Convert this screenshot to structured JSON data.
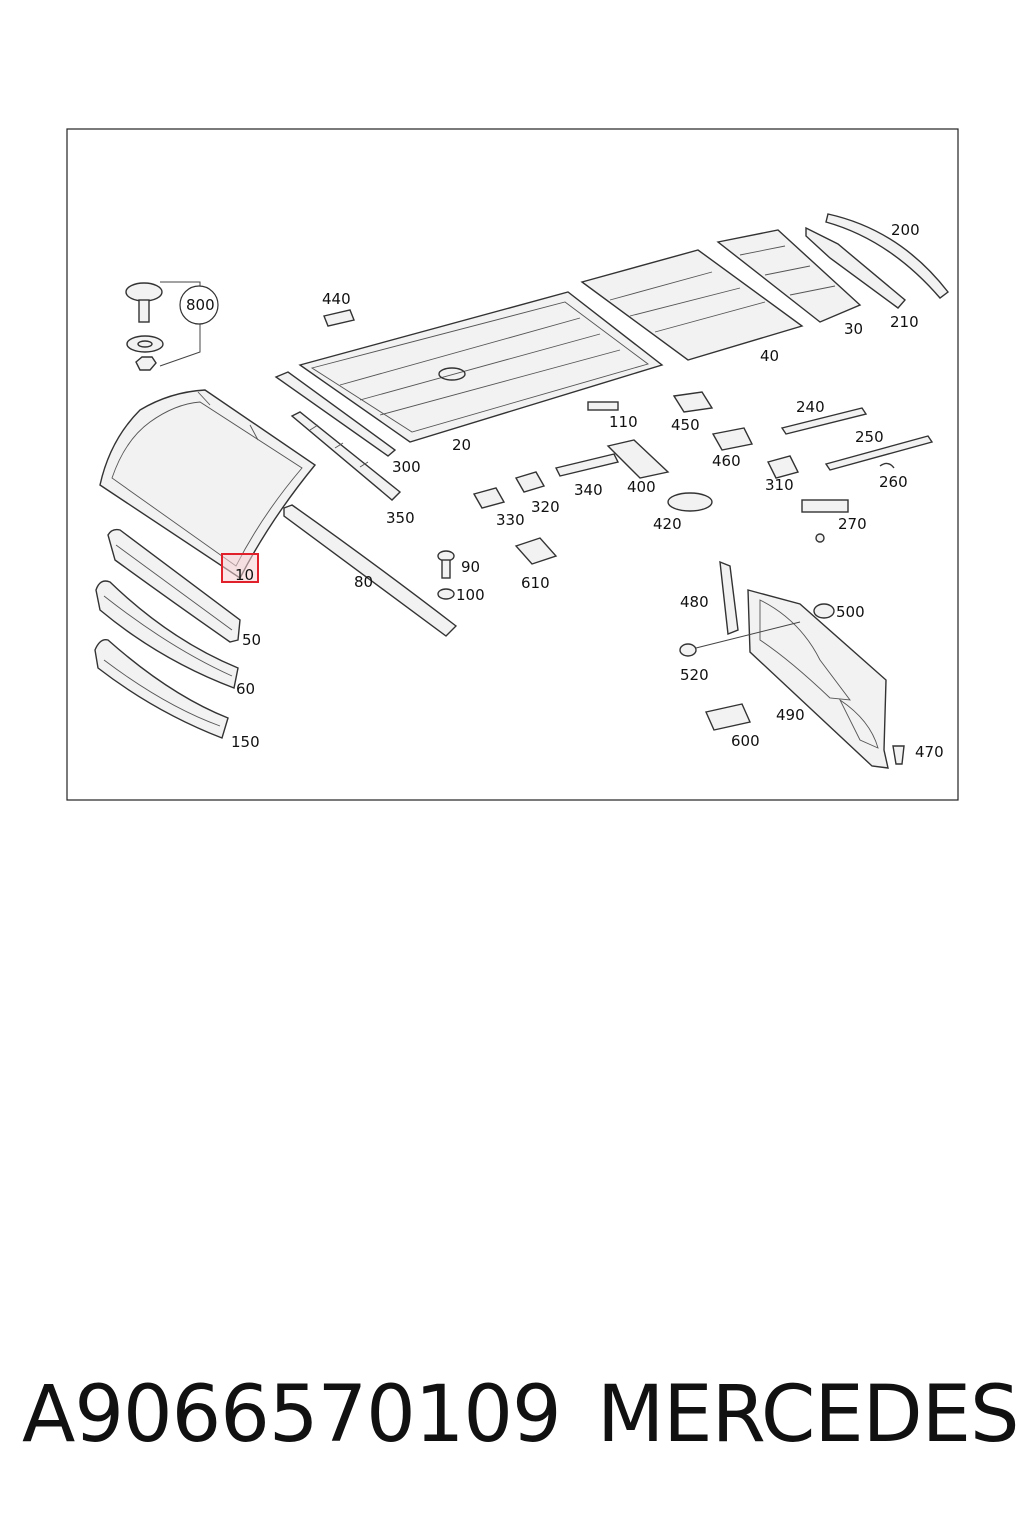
{
  "labels": {
    "p10": "10",
    "p20": "20",
    "p30": "30",
    "p40": "40",
    "p50": "50",
    "p60": "60",
    "p80": "80",
    "p90": "90",
    "p100": "100",
    "p110": "110",
    "p150": "150",
    "p200": "200",
    "p210": "210",
    "p240": "240",
    "p250": "250",
    "p260": "260",
    "p270": "270",
    "p300": "300",
    "p310": "310",
    "p320": "320",
    "p330": "330",
    "p340": "340",
    "p350": "350",
    "p400": "400",
    "p420": "420",
    "p440": "440",
    "p450": "450",
    "p460": "460",
    "p470": "470",
    "p480": "480",
    "p490": "490",
    "p500": "500",
    "p520": "520",
    "p600": "600",
    "p610": "610",
    "p800": "800"
  },
  "highlight": {
    "part": "10",
    "color": "#e0202a"
  },
  "caption": {
    "part_number": "A9066570109",
    "brand": "MERCEDES"
  }
}
